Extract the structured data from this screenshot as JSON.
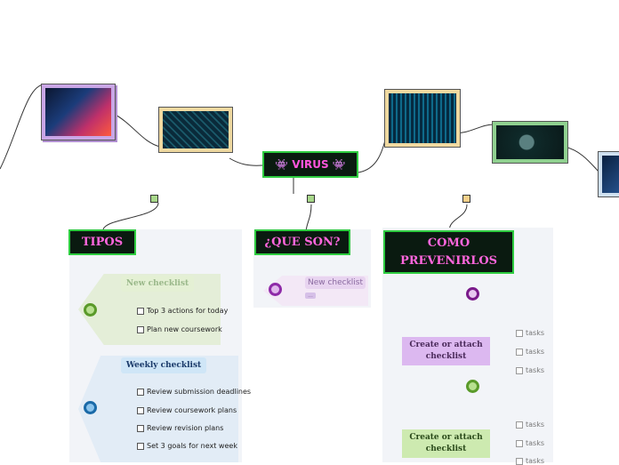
{
  "central": {
    "label": "VIRUS",
    "icon_left": "alien-icon",
    "icon_right": "alien-icon"
  },
  "branches": [
    {
      "title": "TIPOS"
    },
    {
      "title": "¿QUE SON?"
    },
    {
      "title": "COMO PREVENIRLOS"
    }
  ],
  "tipos": {
    "new_checklist": {
      "title": "New checklist",
      "items": [
        "Top 3 actions for today",
        "Plan new coursework"
      ]
    },
    "weekly_checklist": {
      "title": "Weekly checklist",
      "items": [
        "Review submission deadlines",
        "Review coursework plans",
        "Review revision plans",
        "Set 3 goals for next week"
      ]
    }
  },
  "que_son": {
    "new_checklist": {
      "title": "New checklist",
      "badge": "..."
    }
  },
  "prevenirlos": {
    "task_groups": [
      {
        "title": "Create or attach checklist",
        "items": [
          "tasks",
          "tasks",
          "tasks"
        ]
      },
      {
        "title": "Create or attach checklist",
        "items": [
          "tasks",
          "tasks",
          "tasks"
        ]
      }
    ]
  },
  "colors": {
    "green_border": "#2ecc40",
    "header_bg": "#0a1a10",
    "header_text": "#ff66dd",
    "purple": "#8e2aa8",
    "green_node": "#6aaa3a",
    "blue_node": "#2a7fc0"
  }
}
